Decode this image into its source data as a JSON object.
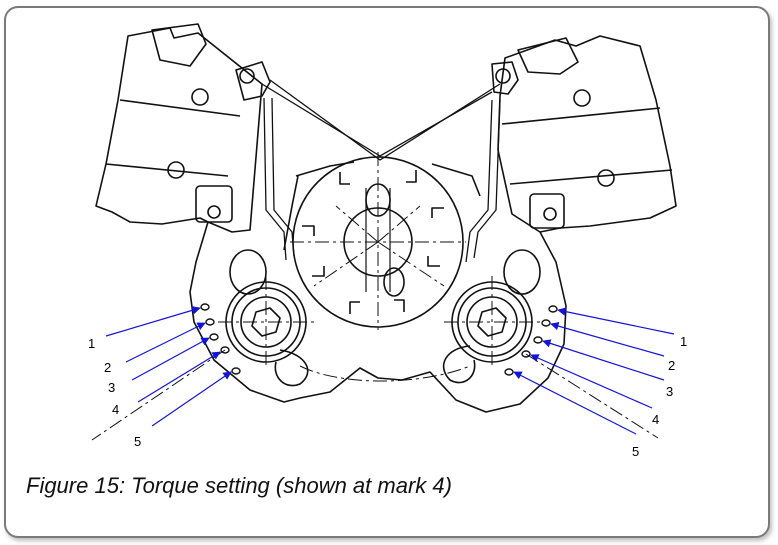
{
  "caption": "Figure 15: Torque setting (shown at mark 4)",
  "marks_left": [
    "1",
    "2",
    "3",
    "4",
    "5"
  ],
  "marks_right": [
    "1",
    "2",
    "3",
    "4",
    "5"
  ],
  "colors": {
    "arrow": "#1414d8",
    "line": "#111111",
    "frame": "#7a7a7a"
  }
}
